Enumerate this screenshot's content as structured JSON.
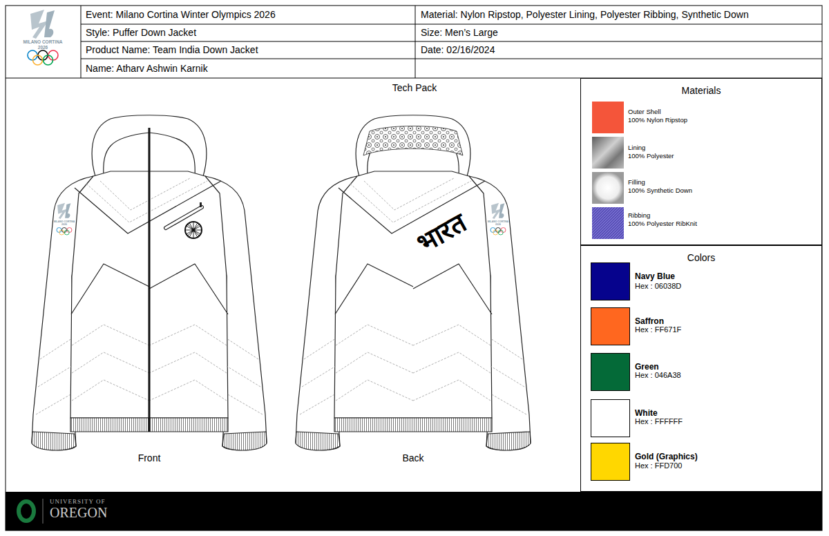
{
  "diagram": {
    "title": "Tech Pack",
    "nodes": [
      {
        "text": [
          "Materials"
        ]
      },
      {
        "text": [
          "Colors"
        ]
      }
    ],
    "labels": [
      "Event: Milano Cortina Winter Olympics 2026",
      "Style: Puffer Down Jacket",
      "Product Name: Team India Down Jacket",
      "Name: Atharv Ashwin Karnik",
      "Material: Nylon Ripstop, Polyester Lining, Polyester Ribbing, Synthetic Down",
      "Size: Men’s Large",
      "Date: 02/16/2024",
      "MILANO CORTINA",
      "2026",
      "MILANO CORTINA",
      "2026",
      "MILANO CORTINA",
      "2026",
      "भारत",
      "Front",
      "Back",
      "Outer Shell",
      "100% Nylon Ripstop",
      "Lining",
      "100% Polyester",
      "Filling",
      "100% Synthetic Down",
      "Ribbing",
      "100% Polyester RibKnit",
      "Hex : 06038D",
      "Hex : FF671F",
      "Hex : 046A38",
      "Hex : FFFFFF",
      "Hex : FFD700",
      "UNIVERSITY OF",
      "OREGON"
    ],
    "legend": [
      {
        "text": "Navy Blue",
        "color": "#06038D"
      },
      {
        "text": "Saffron",
        "color": "#FF671F"
      },
      {
        "text": "Green",
        "color": "#046A38"
      },
      {
        "text": "White",
        "color": "#FFFFFF"
      },
      {
        "text": "Gold (Graphics)",
        "color": "#FFD700"
      }
    ]
  }
}
